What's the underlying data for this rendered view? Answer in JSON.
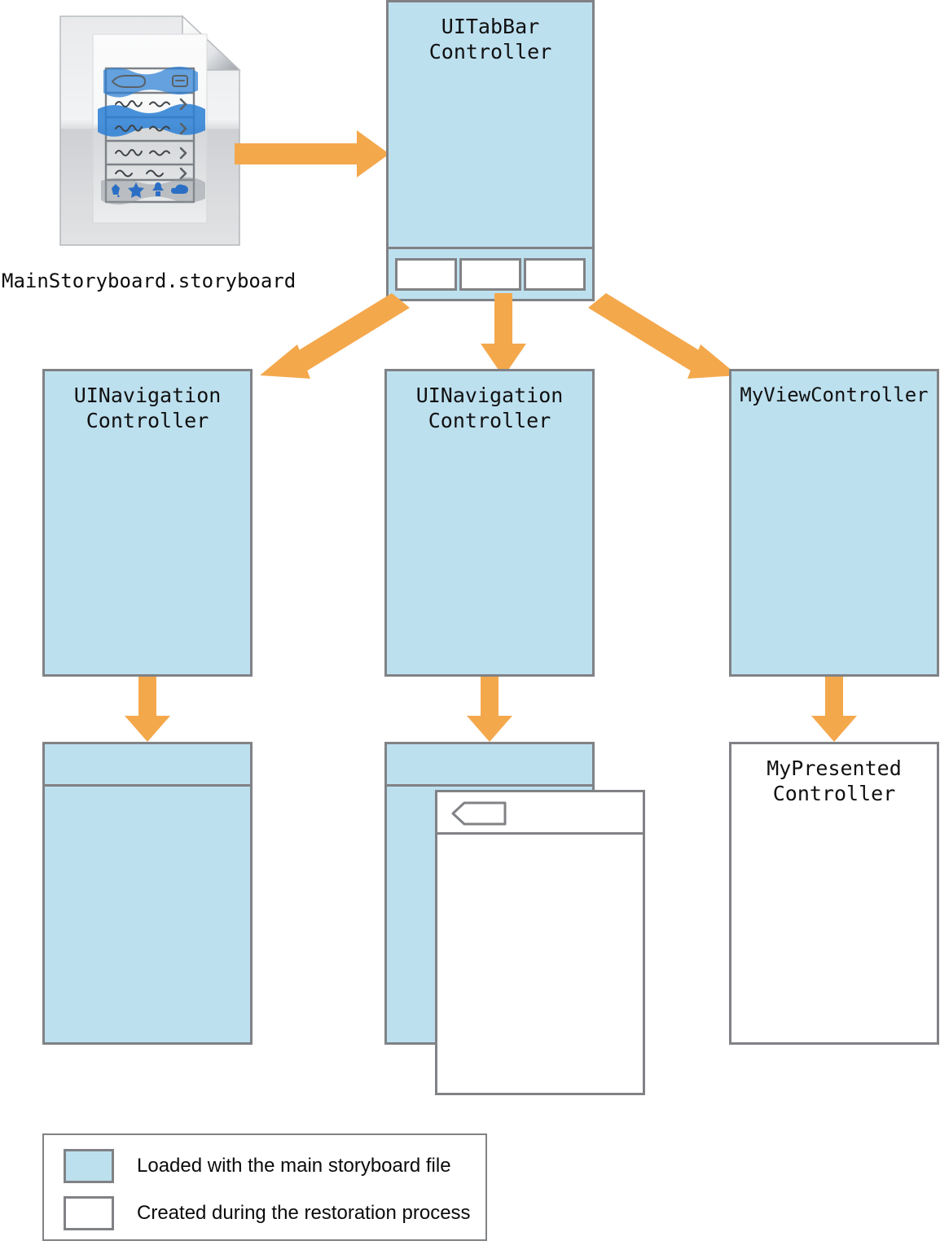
{
  "diagram": {
    "title": "Storyboard restoration object graph",
    "accent_color": "#f4a84c",
    "loaded_fill": "#bde0ef",
    "created_fill": "#ffffff",
    "stroke_color": "#808285"
  },
  "storyboard": {
    "icon_name": "storyboard-document-icon",
    "label": "MainStoryboard.storyboard"
  },
  "nodes": {
    "tabbar": {
      "label": "UITabBar\nController",
      "fill": "loaded",
      "tab_count": 3
    },
    "nav_left": {
      "label": "UINavigation\nController",
      "fill": "loaded"
    },
    "nav_middle": {
      "label": "UINavigation\nController",
      "fill": "loaded"
    },
    "my_view_controller": {
      "label": "MyViewController",
      "fill": "loaded"
    },
    "root_left": {
      "label": "",
      "fill": "loaded"
    },
    "root_middle": {
      "label": "",
      "fill": "loaded"
    },
    "pushed_middle": {
      "label": "",
      "fill": "created",
      "has_back_button": true
    },
    "my_presented_controller": {
      "label": "MyPresented\nController",
      "fill": "created"
    }
  },
  "legend": {
    "items": [
      {
        "swatch": "loaded",
        "text": "Loaded with the main storyboard file"
      },
      {
        "swatch": "created",
        "text": "Created during the restoration process"
      }
    ]
  }
}
